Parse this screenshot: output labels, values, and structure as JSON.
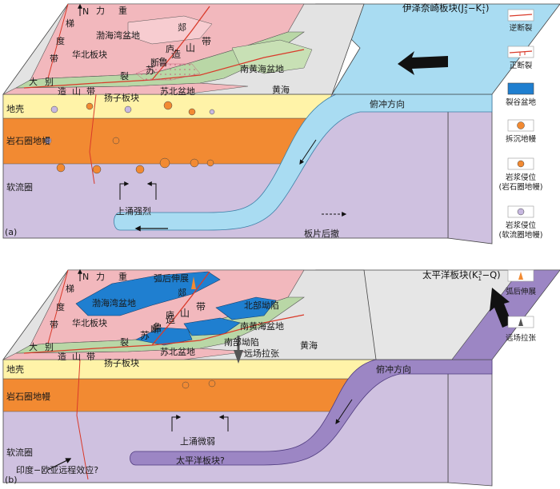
{
  "colors": {
    "craton_pink": "#f2b8bd",
    "orogen_green": "#b9d7a6",
    "yellow_sea_grey": "#e3e3e3",
    "crust_yellow": "#fff3a8",
    "lithosphere_orange": "#f28a32",
    "asthenosphere_purple": "#cfc1e0",
    "rift_blue": "#1f7fd0",
    "izanagi_slab": "#a9dcf2",
    "pacific_slab": "#9c86c4",
    "reverse_fault": "#d93a2a"
  },
  "legend": {
    "reverse_fault": "逆断裂",
    "normal_fault": "正断裂",
    "rift_basin": "裂谷盆地",
    "delaminated_mantle": "拆沉地幔",
    "magma_litho_1": "岩浆侵位",
    "magma_litho_2": "(岩石圈地幔)",
    "magma_astheno_1": "岩浆侵位",
    "magma_astheno_2": "(软流圈地幔)",
    "backarc": "弧后伸展",
    "farfield": "远场拉张"
  },
  "panel_a": {
    "tag": "(a)",
    "plate_title": "伊泽奈崎板块(J",
    "plate_sub1": "3",
    "plate_sup1": "2",
    "plate_sep": "−K",
    "plate_sub2": "1",
    "plate_sup2": "1",
    "plate_close": ")",
    "north": "N",
    "map_labels": {
      "zhongli1": "重",
      "zhongli2": "力",
      "tidu_1": "梯",
      "tidu_2": "度",
      "tidu_3": "带",
      "bohai": "渤海湾盆地",
      "tan": "郯",
      "lu": "庐",
      "duan": "断",
      "lie": "裂",
      "huabei": "华北板块",
      "sulu1": "苏",
      "sulu2": "鲁",
      "sulu3": "造",
      "sulu4": "山",
      "sulu5": "带",
      "dabie1": "大",
      "dabie2": "别",
      "dabie3": "造",
      "dabie4": "山",
      "dabie5": "带",
      "yangzi": "扬子板块",
      "subei": "苏北盆地",
      "nanhuanghai": "南黄海盆地",
      "huanghai": "黄海"
    },
    "crust": "地壳",
    "lithosphere": "岩石圈地幔",
    "asthenosphere": "软流圈",
    "upwelling": "上涌强烈",
    "rollback": "板片后撤",
    "subduction_dir": "俯冲方向"
  },
  "panel_b": {
    "tag": "(b)",
    "plate_title": "太平洋板块(K",
    "plate_sub": "1",
    "plate_sup": "3",
    "plate_tail": "−Q)",
    "north": "N",
    "map_labels": {
      "zhongli1": "重",
      "zhongli2": "力",
      "tidu_1": "梯",
      "tidu_2": "度",
      "tidu_3": "带",
      "bohai": "渤海湾盆地",
      "tan": "郯",
      "lu": "庐",
      "duan": "断",
      "lie": "裂",
      "huabei": "华北板块",
      "sulu1": "苏",
      "sulu2": "鲁",
      "sulu3": "造",
      "sulu4": "山",
      "sulu5": "带",
      "dabie1": "大",
      "dabie2": "别",
      "dabie3": "造",
      "dabie4": "山",
      "dabie5": "带",
      "yangzi": "扬子板块",
      "subei": "苏北盆地",
      "beibu": "北部坳陷",
      "nanbu": "南部坳陷",
      "nanhuanghai": "南黄海盆地",
      "huanghai": "黄海",
      "farfield": "远场拉张",
      "backarc": "弧后伸展"
    },
    "crust": "地壳",
    "lithosphere": "岩石圈地幔",
    "asthenosphere": "软流圈",
    "upwelling": "上涌微弱",
    "pacific_slab": "太平洋板块?",
    "india_effect": "印度−欧亚远程效应?",
    "subduction_dir": "俯冲方向"
  }
}
